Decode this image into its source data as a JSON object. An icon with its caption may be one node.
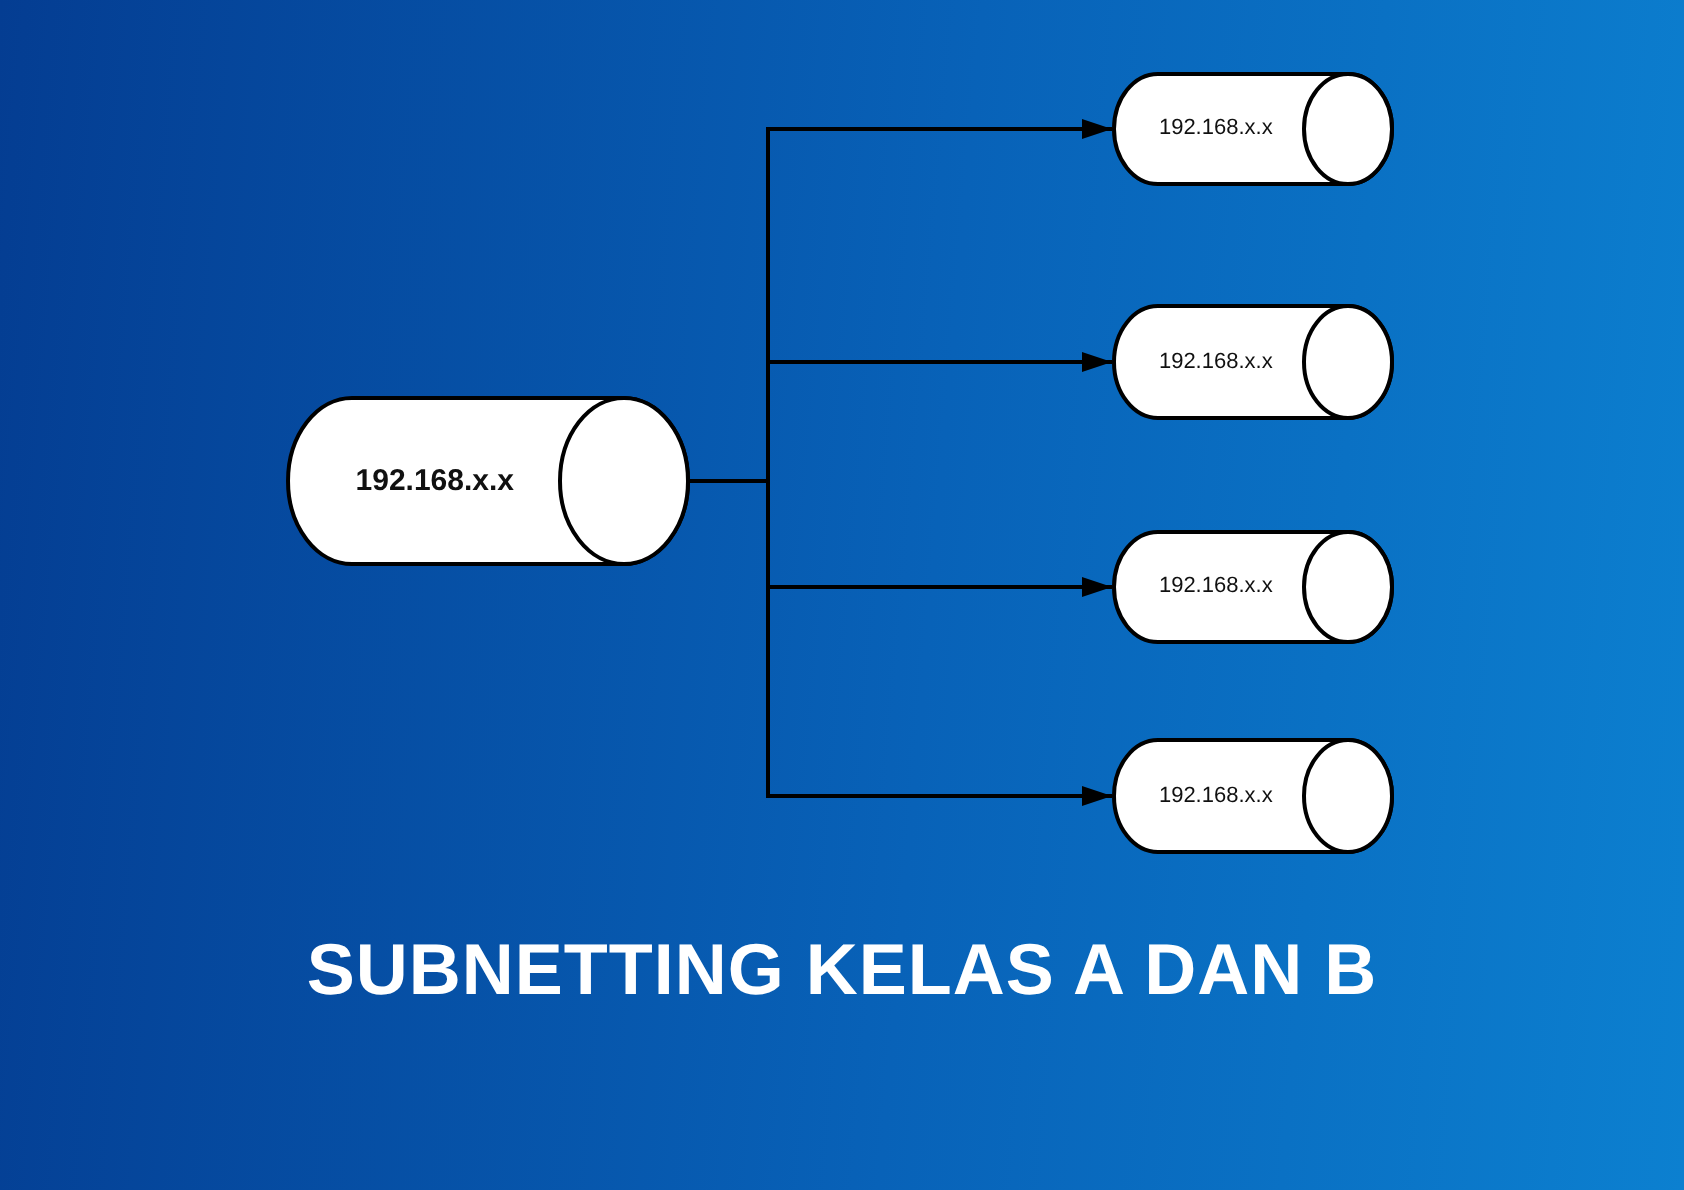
{
  "diagram": {
    "title": "SUBNETTING KELAS A DAN B",
    "nodes": [
      {
        "text": [
          "192.168.x.x"
        ]
      },
      {
        "text": [
          "192.168.x.x"
        ]
      },
      {
        "text": [
          "192.168.x.x"
        ]
      },
      {
        "text": [
          "192.168.x.x"
        ]
      },
      {
        "text": [
          "192.168.x.x"
        ]
      }
    ],
    "edges": [
      {
        "from": 0,
        "to": 1,
        "arrow": "to"
      },
      {
        "from": 0,
        "to": 2,
        "arrow": "to"
      },
      {
        "from": 0,
        "to": 3,
        "arrow": "to"
      },
      {
        "from": 0,
        "to": 4,
        "arrow": "to"
      }
    ]
  }
}
